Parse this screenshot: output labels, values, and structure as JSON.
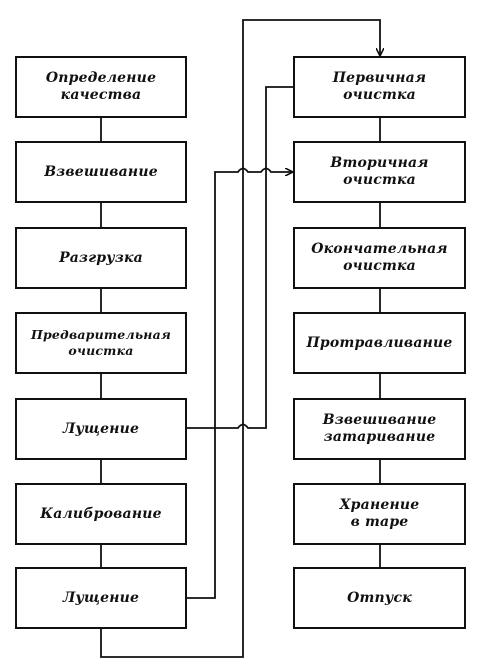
{
  "left_column": [
    {
      "lines": [
        "Определение",
        "качества"
      ]
    },
    {
      "lines": [
        "Взвешивание"
      ]
    },
    {
      "lines": [
        "Разгрузка"
      ]
    },
    {
      "lines": [
        "Предварительная",
        "очистка"
      ]
    },
    {
      "lines": [
        "Лущение"
      ]
    },
    {
      "lines": [
        "Калибрование"
      ]
    },
    {
      "lines": [
        "Лущение"
      ]
    }
  ],
  "right_column": [
    {
      "lines": [
        "Первичная",
        "очистка"
      ]
    },
    {
      "lines": [
        "Вторичная",
        "очистка"
      ]
    },
    {
      "lines": [
        "Окончательная",
        "очистка"
      ]
    },
    {
      "lines": [
        "Протравливание"
      ]
    },
    {
      "lines": [
        "Взвешивание",
        "затаривание"
      ]
    },
    {
      "lines": [
        "Хранение",
        "в таре"
      ]
    },
    {
      "lines": [
        "Отпуск"
      ]
    }
  ]
}
